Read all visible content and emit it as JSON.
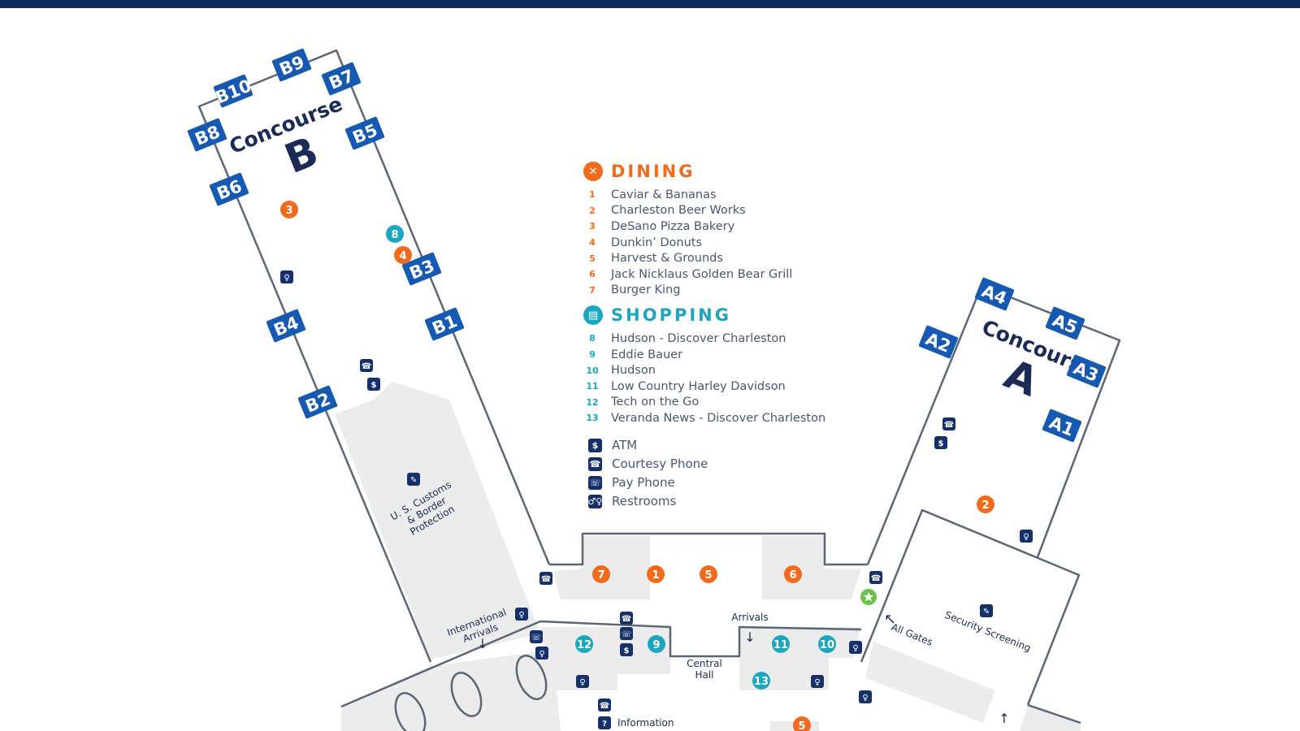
{
  "concourses": {
    "b": {
      "word": "Concourse",
      "letter": "B"
    },
    "a": {
      "word": "Concourse",
      "letter": "A"
    }
  },
  "gates": {
    "b": [
      "B10",
      "B9",
      "B7",
      "B8",
      "B5",
      "B6",
      "B3",
      "B4",
      "B1",
      "B2"
    ],
    "a": [
      "A4",
      "A5",
      "A2",
      "A3",
      "A1"
    ]
  },
  "legend": {
    "dining": {
      "title": "DINING",
      "color": "#f26b1d",
      "items": [
        {
          "num": "1",
          "name": "Caviar & Bananas"
        },
        {
          "num": "2",
          "name": "Charleston Beer Works"
        },
        {
          "num": "3",
          "name": "DeSano Pizza Bakery"
        },
        {
          "num": "4",
          "name": "Dunkin’ Donuts"
        },
        {
          "num": "5",
          "name": "Harvest & Grounds"
        },
        {
          "num": "6",
          "name": "Jack Nicklaus Golden Bear Grill"
        },
        {
          "num": "7",
          "name": "Burger King"
        }
      ]
    },
    "shopping": {
      "title": "SHOPPING",
      "color": "#1ba7c2",
      "items": [
        {
          "num": "8",
          "name": "Hudson - Discover Charleston"
        },
        {
          "num": "9",
          "name": "Eddie Bauer"
        },
        {
          "num": "10",
          "name": "Hudson"
        },
        {
          "num": "11",
          "name": "Low Country Harley Davidson"
        },
        {
          "num": "12",
          "name": "Tech on the Go"
        },
        {
          "num": "13",
          "name": "Veranda News - Discover Charleston"
        }
      ]
    },
    "amenities": [
      {
        "icon": "atm-icon",
        "glyph": "$",
        "label": "ATM"
      },
      {
        "icon": "courtesy-phone-icon",
        "glyph": "☎",
        "label": "Courtesy Phone"
      },
      {
        "icon": "pay-phone-icon",
        "glyph": "☏",
        "label": "Pay Phone"
      },
      {
        "icon": "restrooms-icon",
        "glyph": "♂♀",
        "label": "Restrooms"
      }
    ]
  },
  "labels": {
    "customs": [
      "U. S. Customs",
      "& Border",
      "Protection"
    ],
    "international_arrivals": [
      "International",
      "Arrivals"
    ],
    "arrivals": "Arrivals",
    "central_hall": [
      "Central",
      "Hall"
    ],
    "information": "Information",
    "all_gates": "All Gates",
    "security": [
      "Security Screening"
    ]
  },
  "markers": {
    "dining": [
      "1",
      "2",
      "3",
      "4",
      "5",
      "6",
      "7",
      "5"
    ],
    "shopping": [
      "8",
      "9",
      "10",
      "11",
      "12",
      "13"
    ]
  },
  "colors": {
    "navy": "#16306b",
    "outline": "#5c6677",
    "fill": "#ececec",
    "gate": "#1659b3",
    "dining": "#f26b1d",
    "shopping": "#1ba7c2",
    "star": "#6cc24a",
    "topbar": "#0f2a5e"
  }
}
